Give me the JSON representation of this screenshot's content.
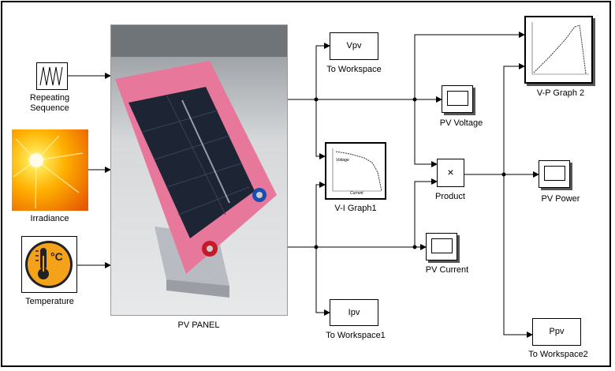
{
  "blocks": {
    "repeating_sequence": {
      "label_line1": "Repeating",
      "label_line2": "Sequence"
    },
    "irradiance": {
      "label": "Irradiance"
    },
    "temperature": {
      "label": "Temperature",
      "unit_symbol": "°C"
    },
    "pv_panel": {
      "label": "PV PANEL"
    },
    "vpv": {
      "text": "Vpv",
      "label": "To Workspace"
    },
    "pv_voltage": {
      "label": "PV Voltage"
    },
    "vi_graph": {
      "label": "V-I Graph1",
      "y_axis_text": "Voltage",
      "x_axis_text": "Current"
    },
    "product": {
      "symbol": "×",
      "label": "Product"
    },
    "pv_current": {
      "label": "PV Current"
    },
    "ipv": {
      "text": "Ipv",
      "label": "To Workspace1"
    },
    "vp_graph": {
      "label": "V-P Graph 2"
    },
    "pv_power": {
      "label": "PV Power"
    },
    "ppv": {
      "text": "Ppv",
      "label": "To Workspace2"
    }
  },
  "colors": {
    "wire": "#000000",
    "irradiance_sun": "#ffd000",
    "temperature_badge": "#f5a21b",
    "pv_frame_pink": "#e7789b",
    "pv_cells": "#1d2433",
    "pv_stand": "#b8bcc2"
  }
}
